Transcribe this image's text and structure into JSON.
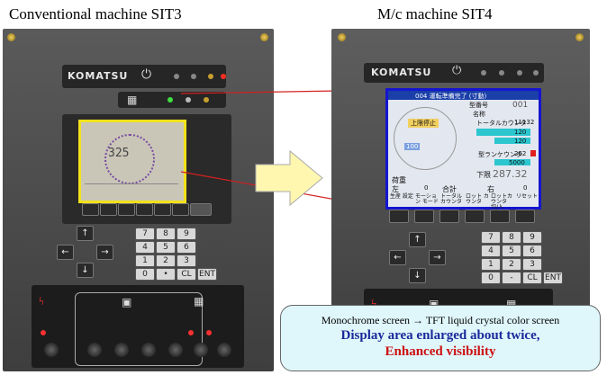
{
  "captions": {
    "left": "Conventional machine SIT3",
    "right": "M/c machine SIT4"
  },
  "brand": "KOMATSU",
  "left_panel": {
    "keypad": [
      "7",
      "8",
      "9",
      "4",
      "5",
      "6",
      "1",
      "2",
      "3",
      "0",
      "•",
      "CL",
      "ENT"
    ],
    "mono_lcd": {
      "counter": "325"
    }
  },
  "right_panel": {
    "keypad": [
      "7",
      "8",
      "9",
      "4",
      "5",
      "6",
      "1",
      "2",
      "3",
      "0",
      "-",
      "CL",
      "ENT"
    ],
    "tft": {
      "header": "004 運転準備完了 (寸動)",
      "die_no_label": "型番号",
      "die_no_value": "001",
      "name_label": "名称",
      "top_dead_center_button": "上限停止",
      "total_counter_label": "トータルカウンタ",
      "total_counter_value": "11132",
      "batch_counter_value": "120",
      "batch_setting_value": "120",
      "die_counter_label": "型ランケウンタ",
      "die_counter_value": "262",
      "die_counter_setting": "5000",
      "lower_limit_label": "下限",
      "lower_limit_value": "287.32",
      "load_label": "荷重",
      "left_label": "左",
      "left_value": "0",
      "total_label": "合計",
      "right_label": "右",
      "right_value": "0",
      "motion_value": "100",
      "softkeys": [
        "生産 設定",
        "モーション モード",
        "トータル カウンタ",
        "ロット カウンタ",
        "ロットカウンタ 切/入",
        "リセット"
      ]
    }
  },
  "info_box": {
    "line1": "Monochrome screen → TFT liquid crystal color screen",
    "line2": "Display area enlarged about twice,",
    "line3": "Enhanced visibility"
  },
  "colors": {
    "highlight_yellow": "#f2e21a",
    "connector_red": "#d42020",
    "tft_border": "#1515d0",
    "arrow_fill": "#fff7b0"
  }
}
